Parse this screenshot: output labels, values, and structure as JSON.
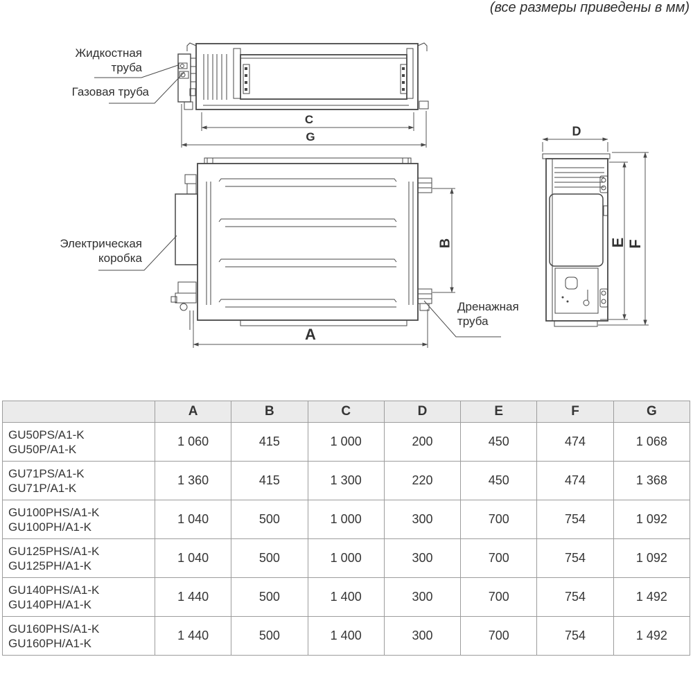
{
  "note": "(все размеры приведены в мм)",
  "diagram": {
    "callouts": {
      "liquid_pipe_line1": "Жидкостная",
      "liquid_pipe_line2": "труба",
      "gas_pipe": "Газовая труба",
      "electrical_box_line1": "Электрическая",
      "electrical_box_line2": "коробка",
      "drain_pipe_line1": "Дренажная",
      "drain_pipe_line2": "труба"
    },
    "dim_labels": {
      "a": "A",
      "b": "B",
      "c": "C",
      "d": "D",
      "e": "E",
      "f": "F",
      "g": "G"
    }
  },
  "table": {
    "headers": [
      "A",
      "B",
      "C",
      "D",
      "E",
      "F",
      "G"
    ],
    "rows": [
      {
        "models": [
          "GU50PS/A1-K",
          "GU50P/A1-K"
        ],
        "values": [
          "1 060",
          "415",
          "1 000",
          "200",
          "450",
          "474",
          "1 068"
        ]
      },
      {
        "models": [
          "GU71PS/A1-K",
          "GU71P/A1-K"
        ],
        "values": [
          "1 360",
          "415",
          "1 300",
          "220",
          "450",
          "474",
          "1 368"
        ]
      },
      {
        "models": [
          "GU100PHS/A1-K",
          "GU100PH/A1-K"
        ],
        "values": [
          "1 040",
          "500",
          "1 000",
          "300",
          "700",
          "754",
          "1 092"
        ]
      },
      {
        "models": [
          "GU125PHS/A1-K",
          "GU125PH/A1-K"
        ],
        "values": [
          "1 040",
          "500",
          "1 000",
          "300",
          "700",
          "754",
          "1 092"
        ]
      },
      {
        "models": [
          "GU140PHS/A1-K",
          "GU140PH/A1-K"
        ],
        "values": [
          "1 440",
          "500",
          "1 400",
          "300",
          "700",
          "754",
          "1 492"
        ]
      },
      {
        "models": [
          "GU160PHS/A1-K",
          "GU160PH/A1-K"
        ],
        "values": [
          "1 440",
          "500",
          "1 400",
          "300",
          "700",
          "754",
          "1 492"
        ]
      }
    ]
  },
  "colors": {
    "line": "#474747",
    "dim_line": "#555555",
    "table_border": "#9c9c9c",
    "header_bg": "#ebebeb"
  }
}
